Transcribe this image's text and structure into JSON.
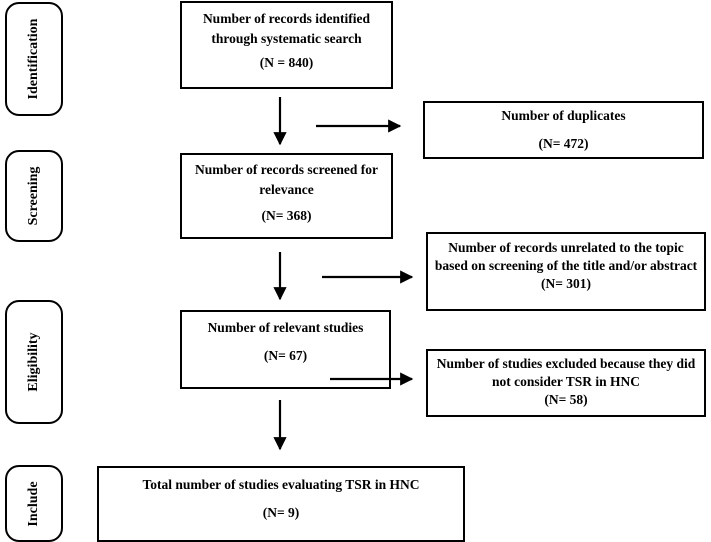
{
  "stages": {
    "identification": "Identification",
    "screening": "Screening",
    "eligibility": "Eligibility",
    "include": "Include"
  },
  "boxes": {
    "identified": {
      "label": "Number of records identified through systematic search",
      "count": "(N = 840)"
    },
    "duplicates": {
      "label": "Number of duplicates",
      "count": "(N= 472)"
    },
    "screened": {
      "label": "Number of records screened for relevance",
      "count": "(N= 368)"
    },
    "unrelated": {
      "label": "Number of records unrelated to the topic based on screening of the title and/or abstract",
      "count": "(N= 301)"
    },
    "relevant": {
      "label": "Number of relevant studies",
      "count": "(N= 67)"
    },
    "excluded": {
      "label": "Number of studies excluded because they did not consider TSR in HNC",
      "count": "(N= 58)"
    },
    "total": {
      "label": "Total number of studies evaluating TSR in HNC",
      "count": "(N= 9)"
    }
  }
}
